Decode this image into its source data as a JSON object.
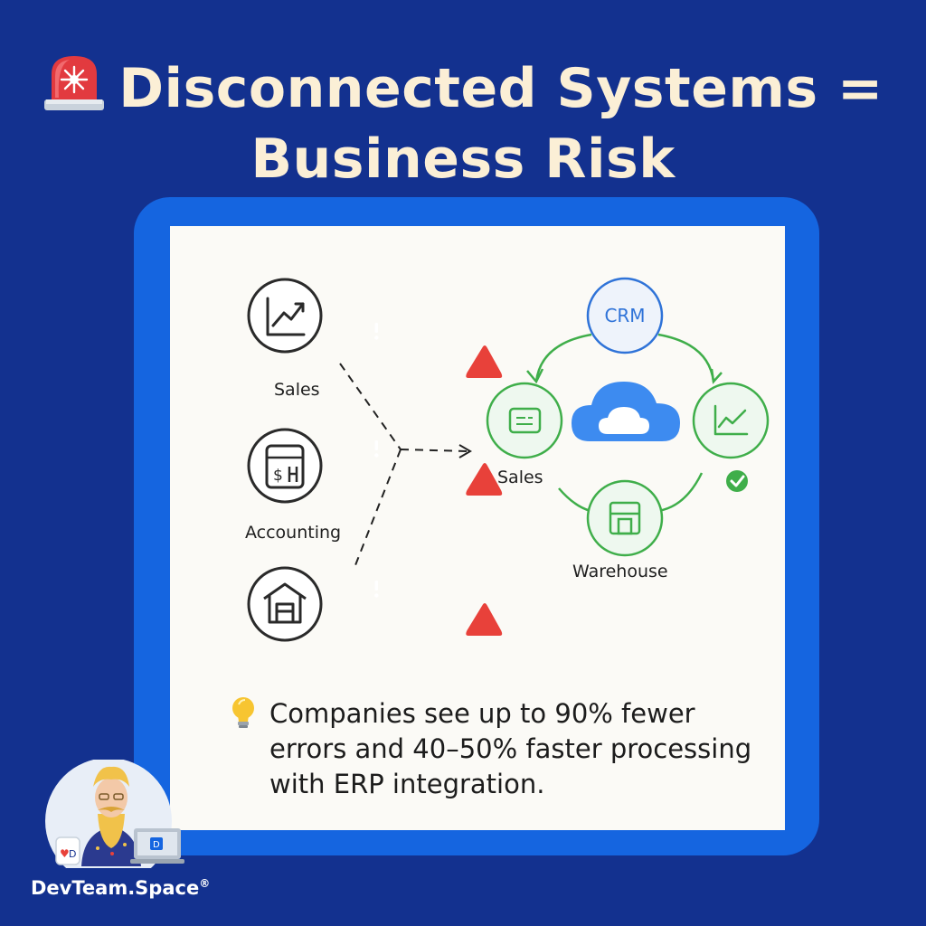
{
  "header": {
    "title_line1": "Disconnected Systems =",
    "title_line2": "Business Risk",
    "title_icon": "siren-icon"
  },
  "diagram": {
    "disconnected_systems": [
      {
        "label": "Sales",
        "icon": "trend-chart-icon",
        "warning_icon": "warning-triangle-icon"
      },
      {
        "label": "Accounting",
        "icon": "calculator-icon",
        "warning_icon": "warning-triangle-icon"
      },
      {
        "label": "",
        "icon": "warehouse-icon",
        "warning_icon": "warning-triangle-icon"
      }
    ],
    "integrated_hub": {
      "center_icon": "cloud-icon",
      "nodes": [
        {
          "label": "CRM",
          "icon_text": "CRM"
        },
        {
          "label": "Sales",
          "icon": "card-icon"
        },
        {
          "label": "",
          "icon": "trend-chart-icon",
          "status_icon": "check-circle-icon"
        },
        {
          "label": "Warehouse",
          "icon": "warehouse-icon"
        }
      ]
    },
    "colors": {
      "warning": "#e8413a",
      "integrated": "#3fae4a",
      "crm_blue": "#2f73d8",
      "cloud": "#3d8bf0"
    }
  },
  "footnote": {
    "icon": "lightbulb-icon",
    "text": "Companies see up to 90% fewer errors and 40–50% faster processing with ERP integration."
  },
  "brand": {
    "name": "DevTeam.Space",
    "mark": "®"
  }
}
